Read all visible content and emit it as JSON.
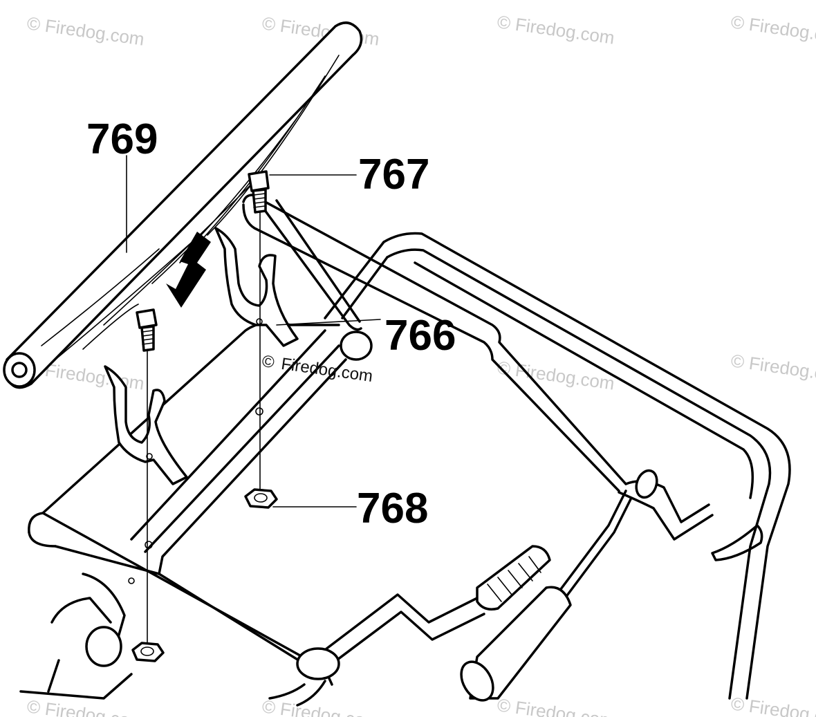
{
  "parts": [
    {
      "id": "p769",
      "number": "769",
      "name": "handle-grip"
    },
    {
      "id": "p767",
      "number": "767",
      "name": "bolt"
    },
    {
      "id": "p766",
      "number": "766",
      "name": "clip"
    },
    {
      "id": "p768",
      "number": "768",
      "name": "nut"
    }
  ],
  "watermark": {
    "text": "© Firedog.com",
    "color": "#c8c8c8"
  },
  "stamp": {
    "copyright": "©",
    "text": "Firedog.com"
  },
  "colors": {
    "line": "#000000",
    "background": "#ffffff"
  },
  "icons": [
    "down-arrow-icon"
  ]
}
